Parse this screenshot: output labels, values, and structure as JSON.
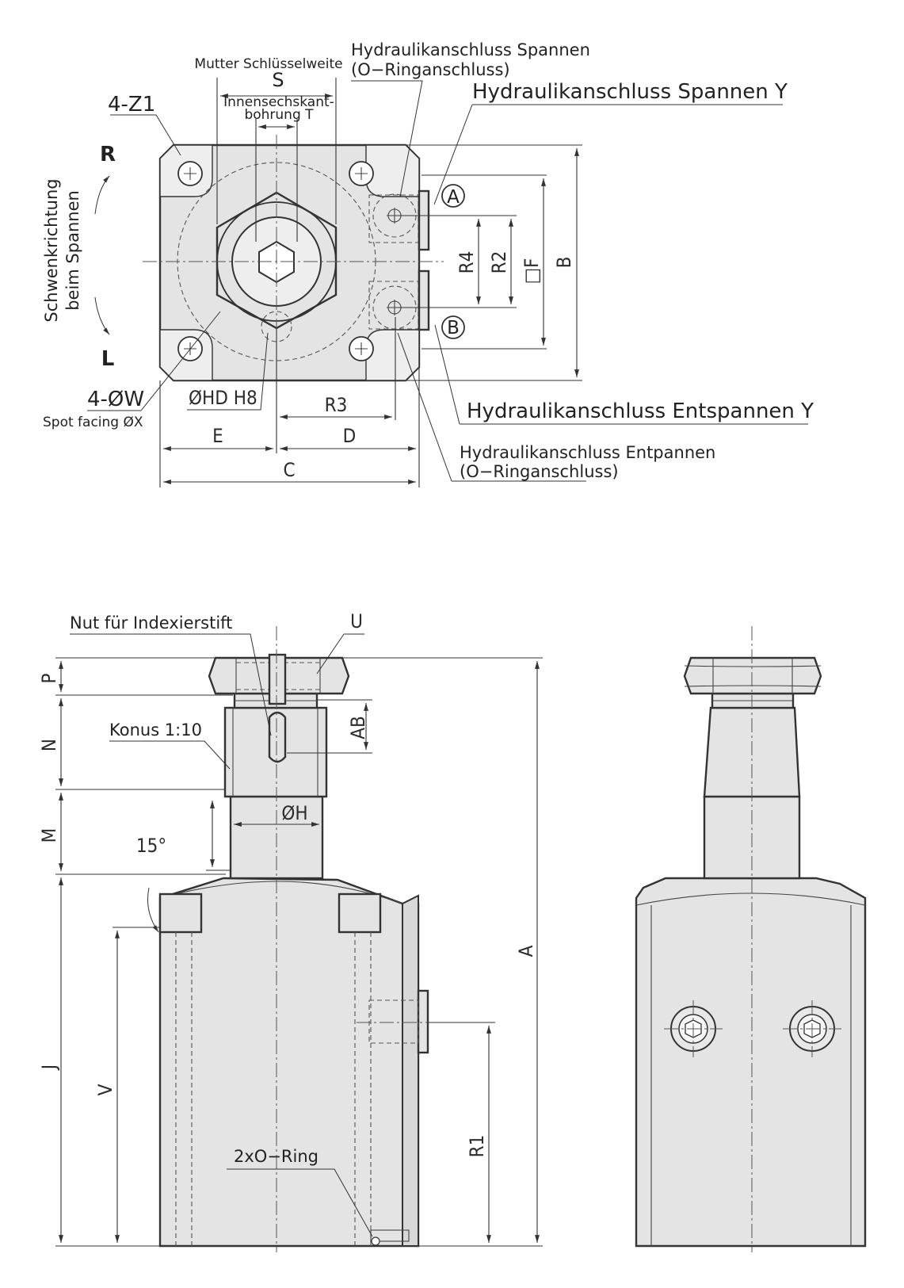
{
  "top_view": {
    "labels": {
      "nut_wrench_size": "Mutter Schlüsselweite",
      "nut_wrench_symbol": "S",
      "hex_socket_line1": "Innensechskant-",
      "hex_socket_line2": "bohrung T",
      "port_clamp_oring_line1": "Hydraulikanschluss Spannen",
      "port_clamp_oring_line2": "(O−Ringanschluss)",
      "port_clamp_y": "Hydraulikanschluss Spannen Y",
      "mount_holes": "4-Z1",
      "swing_r": "R",
      "swing_l": "L",
      "swing_direction_line1": "Schwenkrichtung",
      "swing_direction_line2": "beim Spannen",
      "port_a": "A",
      "port_b": "B",
      "dim_r4": "R4",
      "dim_r2": "R2",
      "dim_f": "□F",
      "dim_b": "B",
      "counterbore": "4-ØW",
      "spot_facing": "Spot facing ØX",
      "bore_hd": "ØHD H8",
      "dim_r3": "R3",
      "port_unclamp_y": "Hydraulikanschluss Entspannen Y",
      "port_unclamp_oring_line1": "Hydraulikanschluss Entpannen",
      "port_unclamp_oring_line2": "(O−Ringanschluss)",
      "dim_e": "E",
      "dim_d": "D",
      "dim_c": "C"
    }
  },
  "front_view": {
    "labels": {
      "index_groove": "Nut für Indexierstift",
      "dim_u": "U",
      "dim_p": "P",
      "dim_n": "N",
      "cone": "Konus 1:10",
      "dim_ab": "AB",
      "dim_h": "ØH",
      "dim_m": "M",
      "angle": "15°",
      "dim_a": "A",
      "dim_j": "J",
      "dim_v": "V",
      "dim_r1": "R1",
      "oring": "2xO−Ring"
    }
  }
}
